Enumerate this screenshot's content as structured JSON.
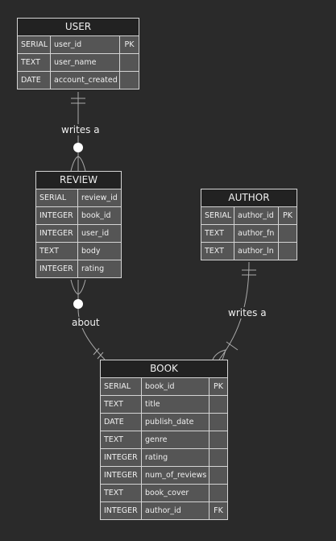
{
  "colors": {
    "background": "#2a2a2a",
    "header": "#222222",
    "row": "#555555",
    "border": "#d4d4d4",
    "text": "#f0f0f0",
    "line": "#aaaaaa"
  },
  "entities": {
    "user": {
      "name": "USER",
      "rows": [
        {
          "type": "SERIAL",
          "field": "user_id",
          "key": "PK"
        },
        {
          "type": "TEXT",
          "field": "user_name",
          "key": ""
        },
        {
          "type": "DATE",
          "field": "account_created",
          "key": ""
        }
      ]
    },
    "review": {
      "name": "REVIEW",
      "rows": [
        {
          "type": "SERIAL",
          "field": "review_id",
          "key": ""
        },
        {
          "type": "INTEGER",
          "field": "book_id",
          "key": ""
        },
        {
          "type": "INTEGER",
          "field": "user_id",
          "key": ""
        },
        {
          "type": "TEXT",
          "field": "body",
          "key": ""
        },
        {
          "type": "INTEGER",
          "field": "rating",
          "key": ""
        }
      ]
    },
    "author": {
      "name": "AUTHOR",
      "rows": [
        {
          "type": "SERIAL",
          "field": "author_id",
          "key": "PK"
        },
        {
          "type": "TEXT",
          "field": "author_fn",
          "key": ""
        },
        {
          "type": "TEXT",
          "field": "author_ln",
          "key": ""
        }
      ]
    },
    "book": {
      "name": "BOOK",
      "rows": [
        {
          "type": "SERIAL",
          "field": "book_id",
          "key": "PK"
        },
        {
          "type": "TEXT",
          "field": "title",
          "key": ""
        },
        {
          "type": "DATE",
          "field": "publish_date",
          "key": ""
        },
        {
          "type": "TEXT",
          "field": "genre",
          "key": ""
        },
        {
          "type": "INTEGER",
          "field": "rating",
          "key": ""
        },
        {
          "type": "INTEGER",
          "field": "num_of_reviews",
          "key": ""
        },
        {
          "type": "TEXT",
          "field": "book_cover",
          "key": ""
        },
        {
          "type": "INTEGER",
          "field": "author_id",
          "key": "FK"
        }
      ]
    }
  },
  "relationships": {
    "user_review": {
      "label": "writes a"
    },
    "review_book": {
      "label": "about"
    },
    "author_book": {
      "label": "writes a"
    }
  }
}
